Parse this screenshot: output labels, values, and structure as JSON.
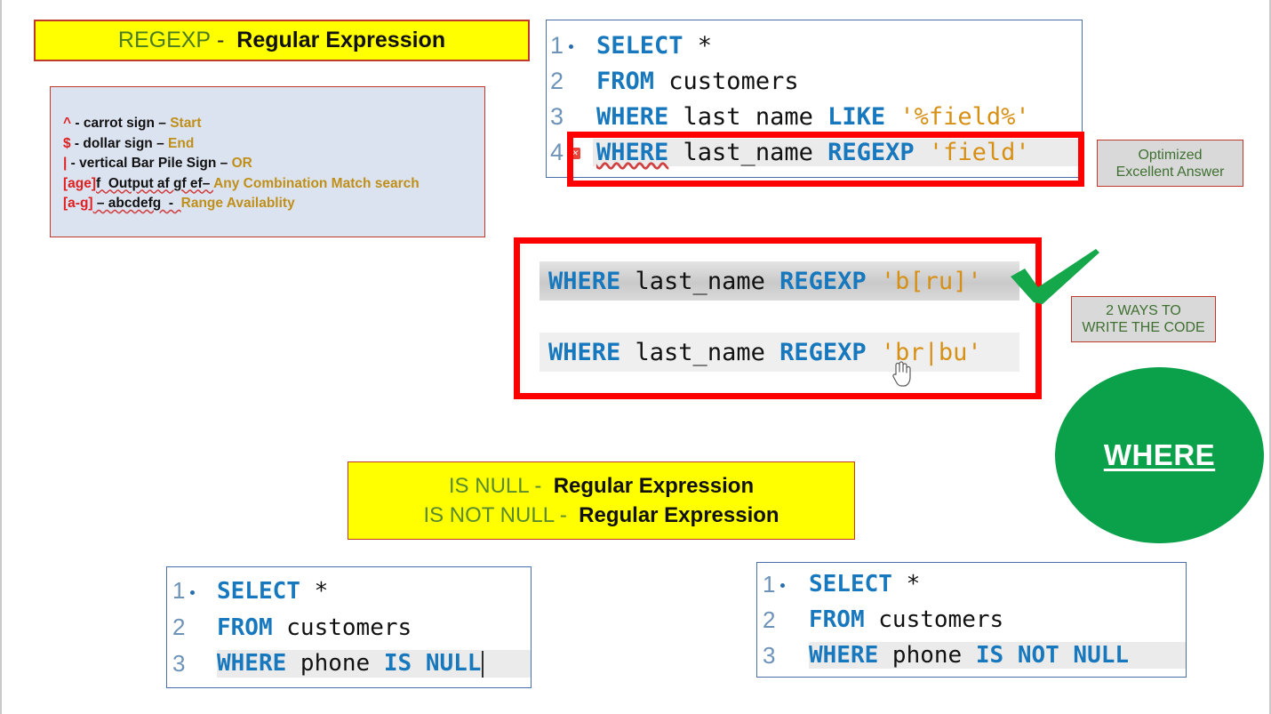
{
  "title_banner": {
    "keyword": "REGEXP",
    "separator": " -  ",
    "expansion": "Regular Expression"
  },
  "legend": {
    "lines": [
      {
        "symbol": "^",
        "middle": " - carrot sign – ",
        "value": "Start"
      },
      {
        "symbol": "$",
        "middle": " - dollar sign – ",
        "value": "End"
      },
      {
        "symbol": "|",
        "middle": " - vertical Bar Pile Sign – ",
        "value": "OR"
      },
      {
        "symbol": "[age]",
        "middle": "f  Output af gf ef– ",
        "value": "Any Combination Match search"
      },
      {
        "symbol": "[a-g]",
        "middle": " – abcdefg  -  ",
        "value": "Range Availablity"
      }
    ]
  },
  "block_top": {
    "rows": [
      {
        "num": "1",
        "mark": "dot",
        "keyword": "SELECT",
        "rest": " *",
        "string": "",
        "highlight": false
      },
      {
        "num": "2",
        "mark": "",
        "keyword": "FROM",
        "rest": " customers",
        "string": "",
        "highlight": false
      },
      {
        "num": "3",
        "mark": "",
        "keyword": "WHERE",
        "rest": " last name ",
        "keyword2": "LIKE",
        "string": " '%field%'",
        "highlight": false
      },
      {
        "num": "4",
        "mark": "error",
        "keyword": "WHERE",
        "rest": " last_name ",
        "keyword2": "REGEXP",
        "string": " 'field'",
        "highlight": true
      }
    ]
  },
  "mid_block": {
    "line1": {
      "keyword": "WHERE",
      "identifier": " last_name ",
      "keyword2": "REGEXP",
      "string": " 'b[ru]'"
    },
    "line2": {
      "keyword": "WHERE",
      "identifier": " last_name ",
      "keyword2": "REGEXP",
      "string": " 'br|bu'"
    }
  },
  "notes": {
    "optimized_line1": "Optimized",
    "optimized_line2": "Excellent Answer",
    "two_ways_line1": "2 WAYS TO",
    "two_ways_line2": "WRITE THE CODE"
  },
  "where_circle": {
    "label": "WHERE"
  },
  "null_banner": {
    "line1_green": "IS NULL - ",
    "line1_black": " Regular Expression",
    "line2_green": "IS NOT NULL - ",
    "line2_black": " Regular Expression"
  },
  "block_bottom_left": {
    "rows": [
      {
        "num": "1",
        "mark": "dot",
        "keyword": "SELECT",
        "rest": " *",
        "keyword2": "",
        "highlight": false
      },
      {
        "num": "2",
        "mark": "",
        "keyword": "FROM",
        "rest": " customers",
        "keyword2": "",
        "highlight": false
      },
      {
        "num": "3",
        "mark": "",
        "keyword": "WHERE",
        "rest": " phone ",
        "keyword2": "IS NULL",
        "highlight": true
      }
    ]
  },
  "block_bottom_right": {
    "rows": [
      {
        "num": "1",
        "mark": "dot",
        "keyword": "SELECT",
        "rest": " *",
        "keyword2": "",
        "highlight": false
      },
      {
        "num": "2",
        "mark": "",
        "keyword": "FROM",
        "rest": " customers",
        "keyword2": "",
        "highlight": false
      },
      {
        "num": "3",
        "mark": "",
        "keyword": "WHERE",
        "rest": " phone ",
        "keyword2": "IS NOT NULL",
        "highlight": true
      }
    ]
  },
  "colors": {
    "banner_yellow": "#ffff00",
    "banner_border_red": "#c0392b",
    "highlight_red": "#ff0000",
    "sql_keyword_blue": "#1878be",
    "sql_string_orange": "#d79016",
    "legend_bg": "#dce3f0",
    "legend_value_gold": "#bf8f1a",
    "note_green_text": "#3f7031",
    "circle_green": "#0ba14b",
    "check_green": "#14a84b"
  }
}
